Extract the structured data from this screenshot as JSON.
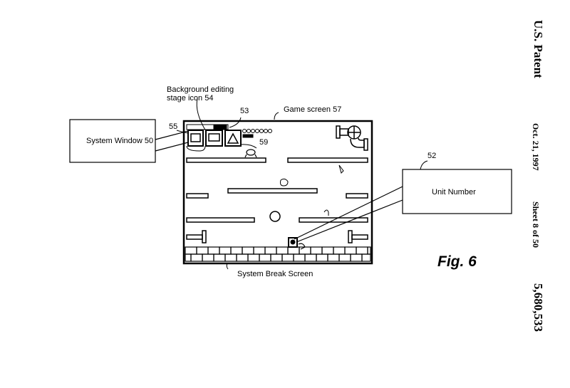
{
  "header": {
    "title": "U.S. Patent",
    "date": "Oct. 21, 1997",
    "sheet": "Sheet 8 of 50",
    "patent_number": "5,680,533"
  },
  "figure": {
    "label": "Fig. 6",
    "callouts": {
      "system_window": "System Window 50",
      "unit_number": "Unit Number",
      "unit_number_ref": "52",
      "background_icon": "Background editing\nstage icon 54",
      "background_icon_line1": "Background editing",
      "background_icon_line2": "stage icon 54",
      "game_screen": "Game screen 57",
      "ref_53": "53",
      "ref_55": "55",
      "ref_59": "59",
      "system_break": "System Break Screen"
    }
  }
}
